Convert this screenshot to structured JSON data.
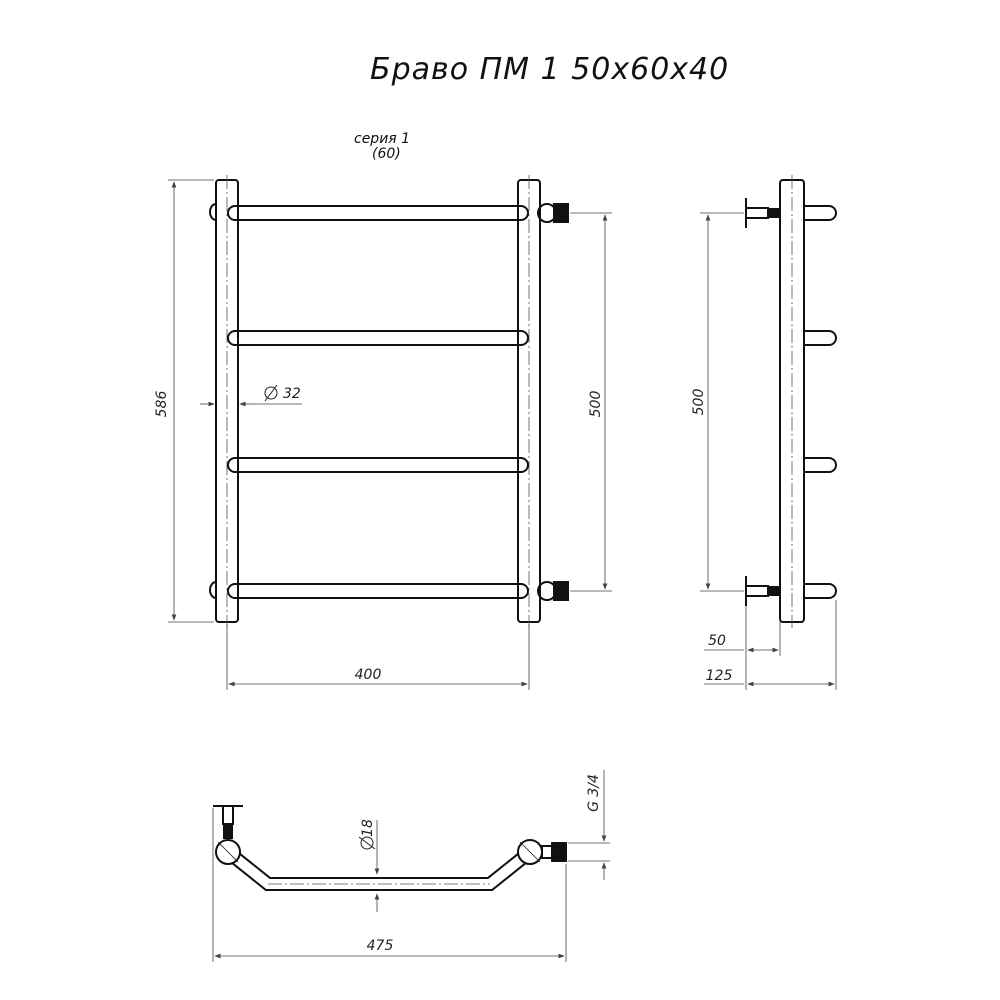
{
  "title": "Браво ПМ 1 50х60х40",
  "series": {
    "line1": "серия 1",
    "line2": "(60)"
  },
  "dimensions": {
    "height_total": "586",
    "pipe_diameter": "32",
    "center_distance_front": "500",
    "width": "400",
    "center_distance_side": "500",
    "offset_wall": "50",
    "depth_total": "125",
    "rung_diameter": "18",
    "thread": "G 3/4",
    "bottom_width": "475"
  },
  "colors": {
    "line": "#111111",
    "dim": "#444444",
    "fitting": "#111111"
  }
}
